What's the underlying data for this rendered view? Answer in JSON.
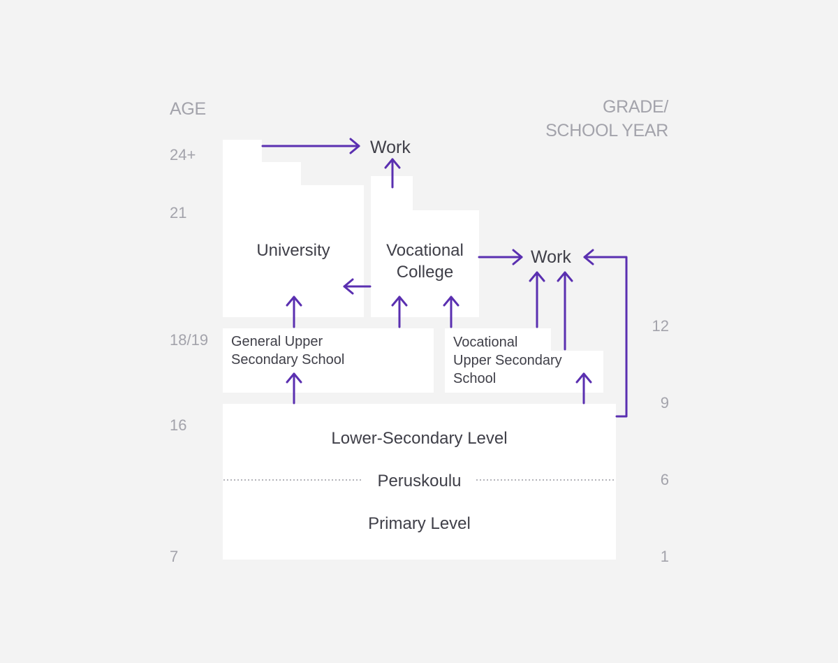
{
  "axis": {
    "age_title": "AGE",
    "grade_title_line1": "GRADE/",
    "grade_title_line2": "SCHOOL YEAR",
    "age_ticks": [
      "24+",
      "21",
      "18/19",
      "16",
      "7"
    ],
    "grade_ticks": [
      "12",
      "9",
      "6",
      "1"
    ]
  },
  "nodes": {
    "work_top": "Work",
    "work_right": "Work",
    "university": "University",
    "vocational_college_line1": "Vocational",
    "vocational_college_line2": "College",
    "general_upper_line1": "General Upper",
    "general_upper_line2": "Secondary School",
    "vocational_upper_line1": "Vocational",
    "vocational_upper_line2": "Upper Secondary",
    "vocational_upper_line3": "School",
    "lower_secondary": "Lower-Secondary Level",
    "peruskoulu": "Peruskoulu",
    "primary": "Primary Level"
  },
  "colors": {
    "background": "#f3f3f3",
    "box": "#ffffff",
    "arrow": "#5a2fb0",
    "text": "#3f3f48",
    "axis_text": "#a3a3ab"
  }
}
